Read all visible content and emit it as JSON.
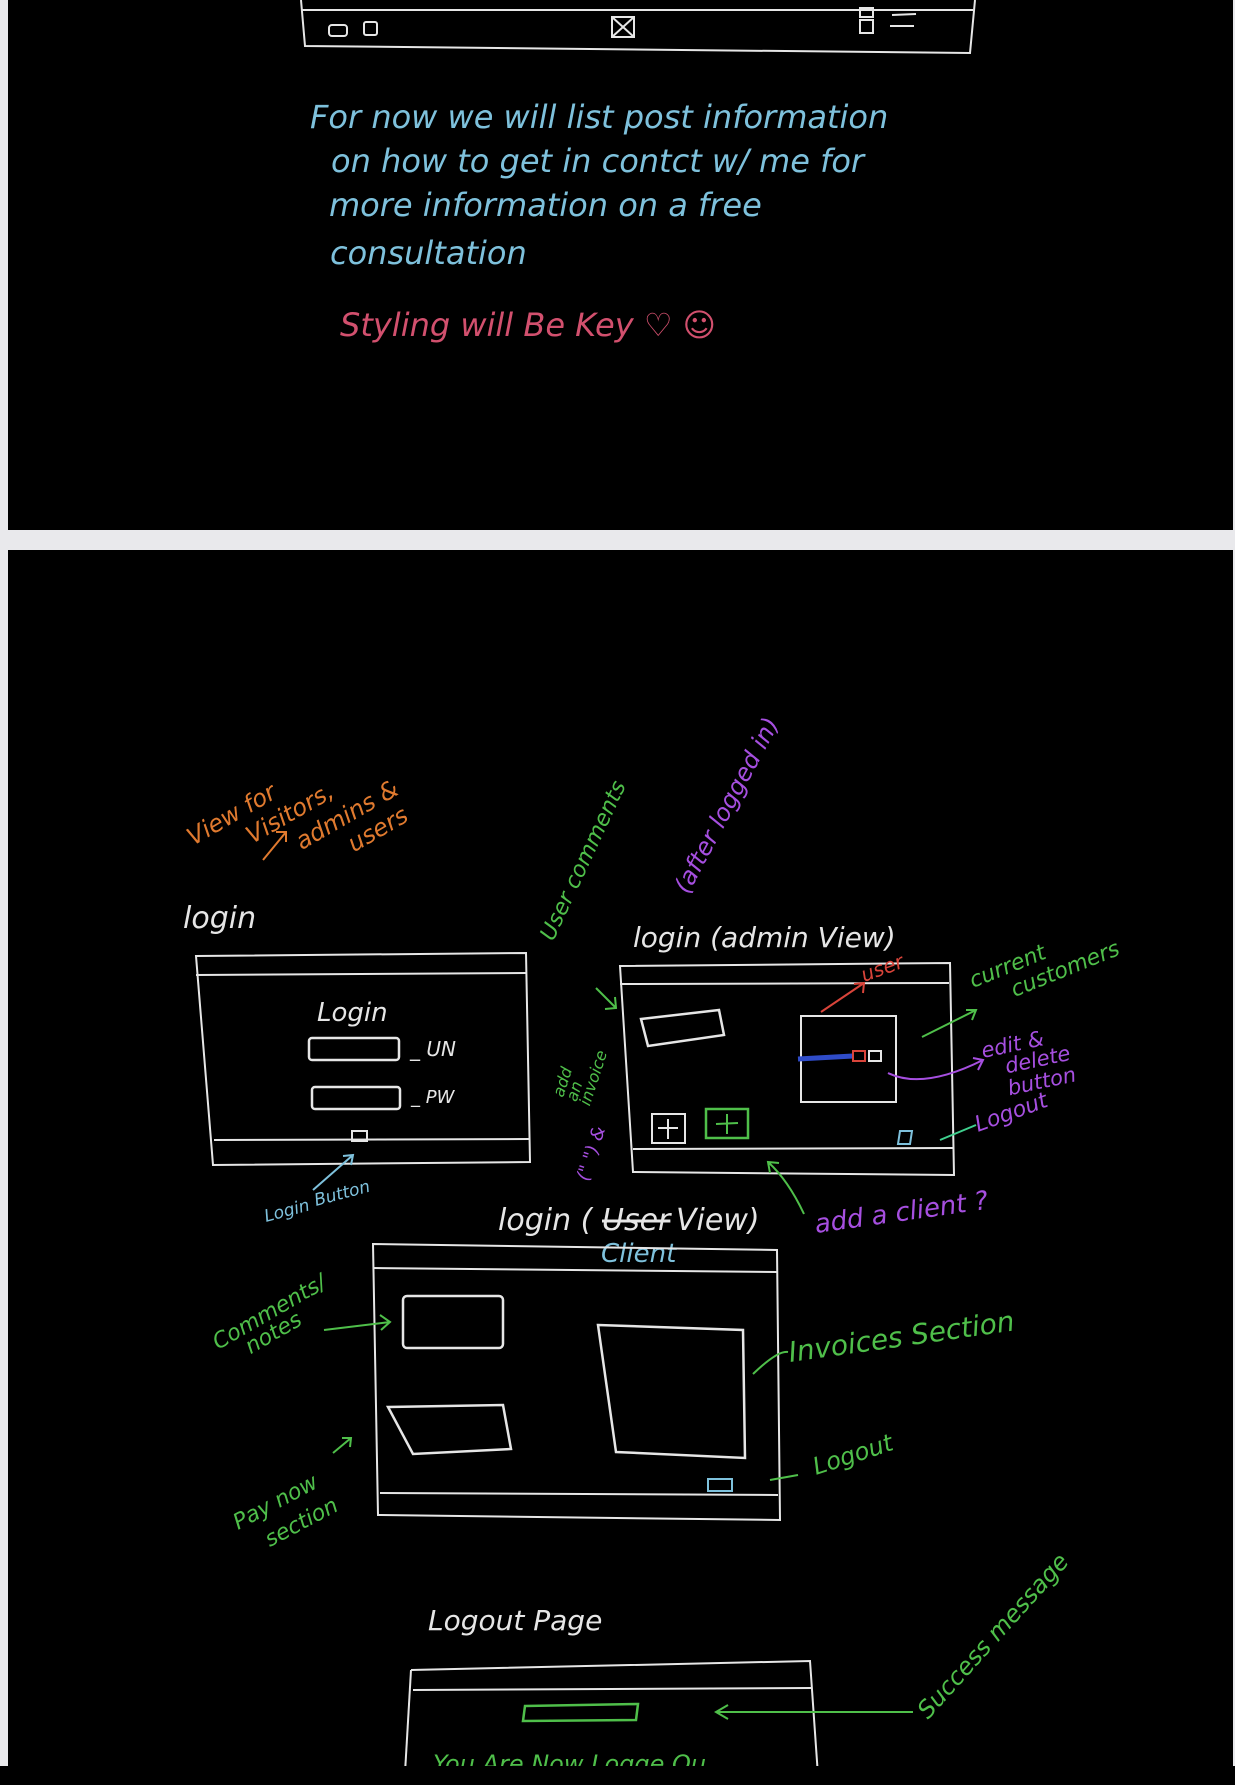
{
  "colors": {
    "canvas": "#000000",
    "sketch_white": "#e6e6e6",
    "note_blue": "#7ec1dc",
    "note_pink": "#d2506e",
    "note_orange": "#e07a2f",
    "note_green": "#4fbf4a",
    "note_purple": "#a64fe0",
    "note_mint": "#3fd08e",
    "note_red": "#d9443a",
    "note_navy": "#2f4cc9"
  },
  "top": {
    "header_icons": [
      "button-icon",
      "button-icon",
      "image-placeholder-icon",
      "user-icon",
      "menu-icon"
    ],
    "note_lines": [
      "For now we will list post information",
      "on how to get in contct w/ me for",
      "more information on a free",
      "consultation"
    ],
    "styling_note": "Styling will Be Key ♡ ☺"
  },
  "bottom": {
    "views_note": [
      "View for",
      "Visitors,",
      "admins &",
      "users"
    ],
    "login_title": "login",
    "login_box": {
      "heading": "Login",
      "un_label": "_ UN",
      "pw_label": "_ PW"
    },
    "login_button_note": [
      "Login",
      "Button"
    ],
    "user_comments_note": "User comments",
    "after_login_note": "(after logged in)",
    "admin_title": "login (admin View)",
    "admin_user_note": "user",
    "add_invoice_note": [
      "add",
      "an",
      "invoice"
    ],
    "ditto_note": "(\" \") &",
    "current_customers_note": [
      "current",
      "customers"
    ],
    "edit_delete_note": [
      "edit &",
      "delete",
      "button"
    ],
    "admin_logout_note": "Logout",
    "add_client_note": "add a client ?",
    "client_title_left": "login (",
    "client_title_struck": "User",
    "client_title_right": "View)",
    "client_word": "Client",
    "comments_note": [
      "Comments/",
      "notes"
    ],
    "invoices_note": "Invoices Section",
    "client_logout_note": "Logout",
    "pay_now_note": [
      "Pay now",
      "section"
    ],
    "logout_page_title": "Logout Page",
    "success_note": "Success message",
    "logout_cutoff_text": "You Are Now Logge Ou"
  }
}
